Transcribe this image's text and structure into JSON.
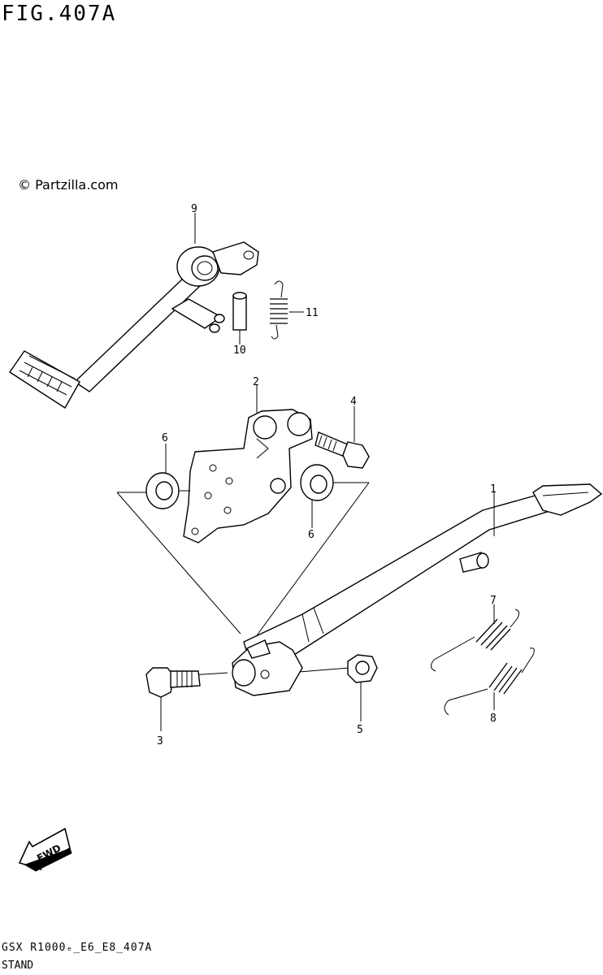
{
  "header": {
    "figure_label": "FIG.407A"
  },
  "watermark": "© Partzilla.com",
  "callouts": {
    "p1": "1",
    "p2": "2",
    "p3": "3",
    "p4": "4",
    "p5": "5",
    "p6a": "6",
    "p6b": "6",
    "p7": "7",
    "p8": "8",
    "p9": "9",
    "p10": "10",
    "p11": "11"
  },
  "fwd_label": "FWD",
  "footer": {
    "code": "GSX R1000ₑ_E6_E8_407A",
    "name": "STAND"
  }
}
